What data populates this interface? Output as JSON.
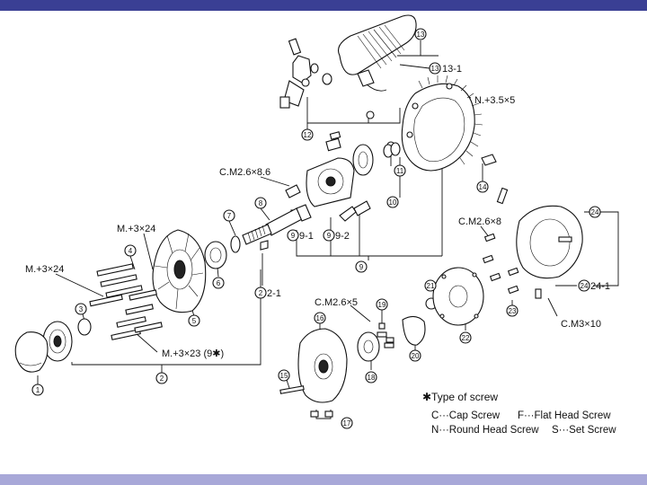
{
  "callouts": {
    "p1": "1",
    "p2": "2",
    "p2_1": "2-1",
    "p3": "3",
    "p4": "4",
    "p5": "5",
    "p6": "6",
    "p7": "7",
    "p8": "8",
    "p9": "9",
    "p9_1": "9-1",
    "p9_2": "9-2",
    "p10": "10",
    "p11": "11",
    "p12": "12",
    "p13": "13",
    "p13_1": "13-1",
    "p14": "14",
    "p15": "15",
    "p16": "16",
    "p17": "17",
    "p18": "18",
    "p19": "19",
    "p20": "20",
    "p21": "21",
    "p22": "22",
    "p23": "23",
    "p24": "24",
    "p24_1": "24-1"
  },
  "screws": {
    "n35x5": "N.+3.5×5",
    "cm26x86": "C.M2.6×8.6",
    "m3x24_top": "M.+3×24",
    "m3x24_left": "M.+3×24",
    "m3x23": "M.+3×23 (9✱)",
    "cm26x8": "C.M2.6×8",
    "cm26x5": "C.M2.6×5",
    "cm3x10": "C.M3×10"
  },
  "legend": {
    "title": "✱Type of screw",
    "c": "C···Cap Screw",
    "f": "F···Flat Head Screw",
    "n": "N···Round Head Screw",
    "s": "S···Set Screw"
  }
}
